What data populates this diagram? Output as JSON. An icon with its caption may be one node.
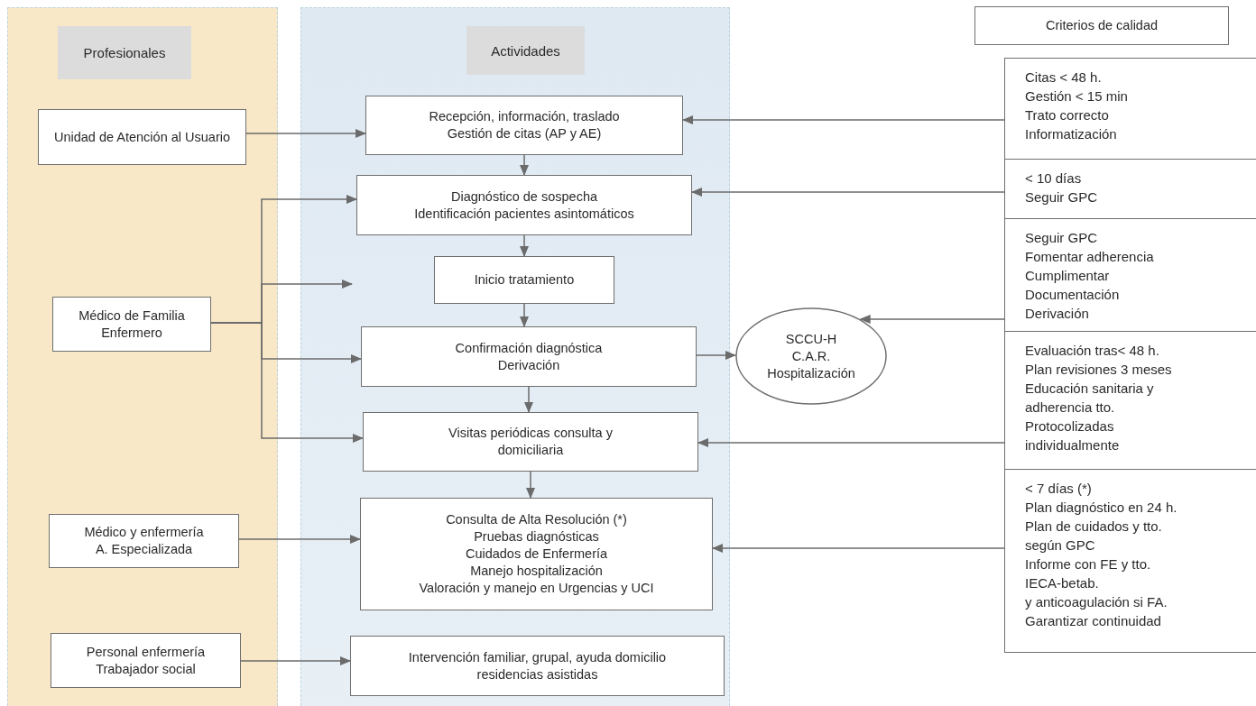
{
  "diagram": {
    "nodes": [
      {
        "text": [
          "Profesionales"
        ]
      },
      {
        "text": [
          "Actividades"
        ]
      },
      {
        "text": [
          "Criterios de calidad"
        ]
      },
      {
        "text": [
          "Unidad de Atención al Usuario"
        ]
      },
      {
        "text": [
          "Recepción, información, traslado",
          "Gestión de citas (AP y AE)"
        ]
      },
      {
        "text": [
          "Diagnóstico de sospecha",
          "Identificación pacientes asintomáticos"
        ]
      },
      {
        "text": [
          "Inicio tratamiento"
        ]
      },
      {
        "text": [
          "Confirmación diagnóstica",
          "Derivación"
        ]
      },
      {
        "text": [
          "SCCU-H",
          "C.A.R.",
          "Hospitalización"
        ]
      },
      {
        "text": [
          "Médico de Familia",
          "Enfermero"
        ]
      },
      {
        "text": [
          "Visitas periódicas consulta y domiciliaria"
        ]
      },
      {
        "text": [
          "Consulta de Alta Resolución (*)",
          "Pruebas diagnósticas",
          "Cuidados de Enfermería",
          "Manejo hospitalización",
          "Valoración y manejo en Urgencias y UCI"
        ]
      },
      {
        "text": [
          "Médico y enfermería",
          "A. Especializada"
        ]
      },
      {
        "text": [
          "Intervención familiar, grupal, ayuda domicilio residencias asistidas"
        ]
      },
      {
        "text": [
          "Personal enfermería",
          "Trabajador social"
        ]
      },
      {
        "text": [
          "Citas < 48 h.",
          "Gestión < 15 min",
          "Trato correcto",
          "Informatización"
        ]
      },
      {
        "text": [
          "< 10 días",
          "Seguir GPC"
        ]
      },
      {
        "text": [
          "Seguir GPC",
          "Fomentar adherencia",
          "Cumplimentar",
          "Documentación",
          "Derivación"
        ]
      },
      {
        "text": [
          "Evaluación tras< 48 h.",
          "Plan revisiones 3 meses",
          "Educación sanitaria y",
          "adherencia tto.",
          "Protocolizadas",
          "individualmente"
        ]
      },
      {
        "text": [
          "< 7 días (*)",
          "Plan diagnóstico en 24 h.",
          "Plan de cuidados y tto.",
          "según GPC",
          "Informe con FE y tto.",
          "IECA-betab.",
          "y anticoagulación si FA.",
          "Garantizar continuidad"
        ]
      }
    ],
    "edges": [
      {
        "from": 3,
        "to": 4,
        "arrow": "to"
      },
      {
        "from": 4,
        "to": 5,
        "arrow": "to"
      },
      {
        "from": 5,
        "to": 6,
        "arrow": "to"
      },
      {
        "from": 6,
        "to": 7,
        "arrow": "to"
      },
      {
        "from": 7,
        "to": 10,
        "arrow": "to"
      },
      {
        "from": 10,
        "to": 11,
        "arrow": "to"
      },
      {
        "from": 9,
        "to": 5,
        "arrow": "to"
      },
      {
        "from": 9,
        "to": null,
        "arrow": "to"
      },
      {
        "from": 9,
        "to": 7,
        "arrow": "to"
      },
      {
        "from": 9,
        "to": 10,
        "arrow": "to"
      },
      {
        "from": 7,
        "to": 8,
        "arrow": "to"
      },
      {
        "from": 12,
        "to": 11,
        "arrow": "to"
      },
      {
        "from": 14,
        "to": 13,
        "arrow": "to"
      },
      {
        "from": 15,
        "to": 4,
        "arrow": "to"
      },
      {
        "from": 16,
        "to": 5,
        "arrow": "to"
      },
      {
        "from": 17,
        "to": 8,
        "arrow": "to"
      },
      {
        "from": 18,
        "to": 10,
        "arrow": "to"
      },
      {
        "from": 19,
        "to": 11,
        "arrow": "to"
      }
    ]
  }
}
